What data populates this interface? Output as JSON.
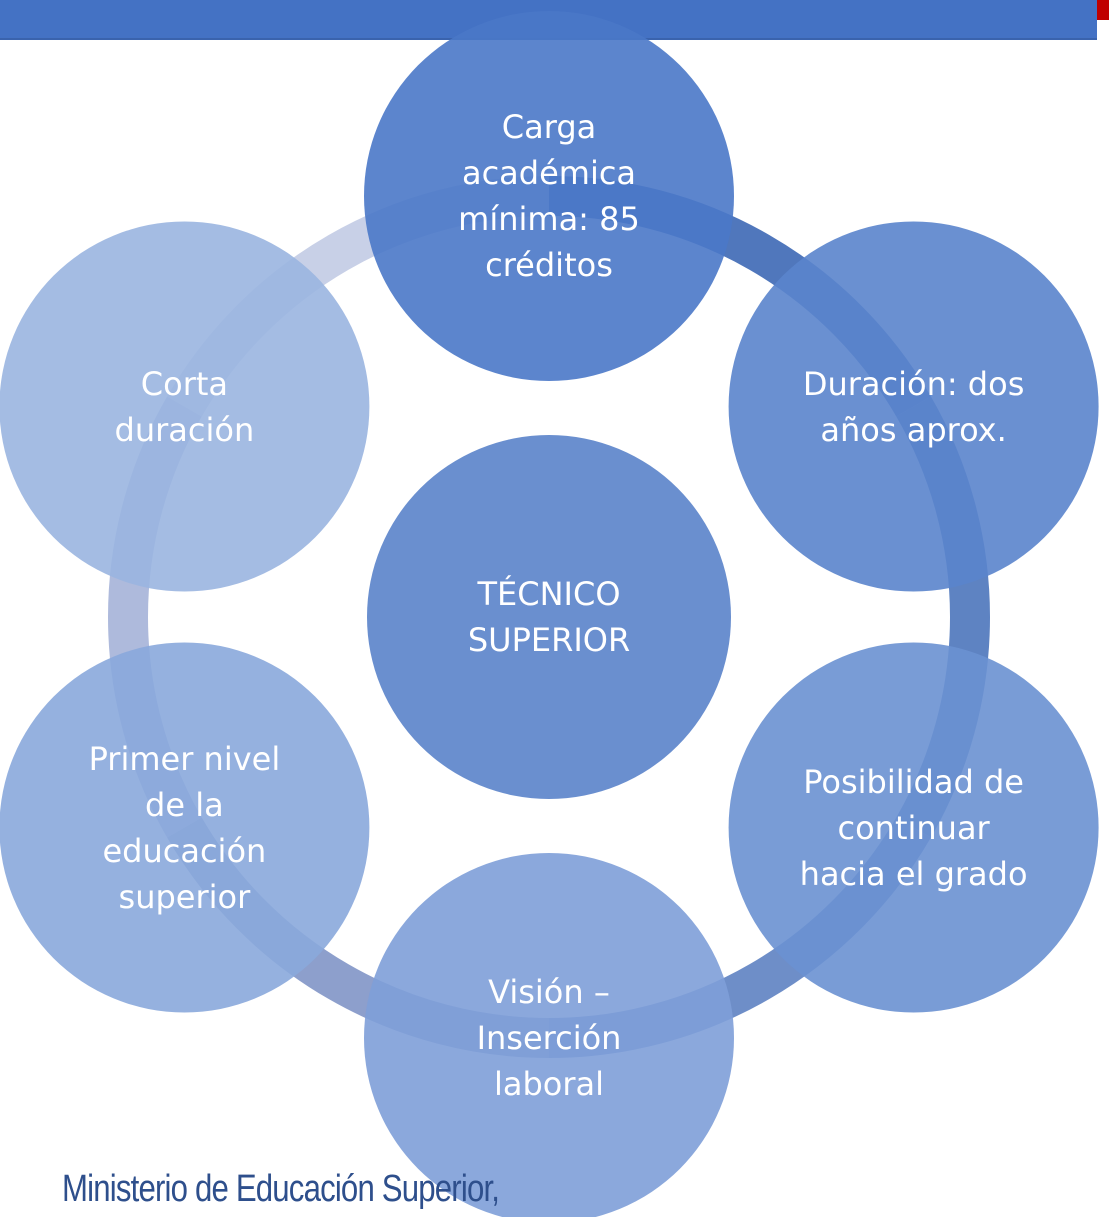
{
  "header": {
    "bar_color": "#4472c4",
    "accent_color": "#c00000"
  },
  "diagram": {
    "type": "cycle",
    "center": {
      "label": "TÉCNICO SUPERIOR",
      "lines": [
        "TÉCNICO",
        "SUPERIOR"
      ]
    },
    "nodes": [
      {
        "id": "carga-academica",
        "label": "Carga académica mínima: 85 créditos",
        "lines": [
          "Carga",
          "académica",
          "mínima: 85",
          "créditos"
        ]
      },
      {
        "id": "duracion",
        "label": "Duración: dos años aprox.",
        "lines": [
          "Duración: dos",
          "años aprox."
        ]
      },
      {
        "id": "posibilidad",
        "label": "Posibilidad de continuar hacia el grado",
        "lines": [
          "Posibilidad de",
          "continuar",
          "hacia el grado"
        ]
      },
      {
        "id": "vision",
        "label": "Visión – Inserción laboral",
        "lines": [
          "Visión –",
          "Inserción",
          "laboral"
        ]
      },
      {
        "id": "primer-nivel",
        "label": "Primer nivel de la educación superior",
        "lines": [
          "Primer nivel",
          "de la",
          "educación",
          "superior"
        ]
      },
      {
        "id": "corta-duracion",
        "label": "Corta duración",
        "lines": [
          "Corta",
          "duración"
        ]
      }
    ],
    "colors": {
      "center": "#6a8fcf",
      "nodes": [
        "#4a78c8",
        "#5a84cc",
        "#6a91d2",
        "#7e9fd8",
        "#8aa8dc",
        "#9ab5e0"
      ],
      "ring": [
        "#3d68b5",
        "#4d76bb",
        "#5e82c2",
        "#8195c6",
        "#a5b3d8",
        "#c2cbe4"
      ]
    }
  },
  "footer": {
    "logo_text": "Ministerio de Educación Superior,"
  }
}
